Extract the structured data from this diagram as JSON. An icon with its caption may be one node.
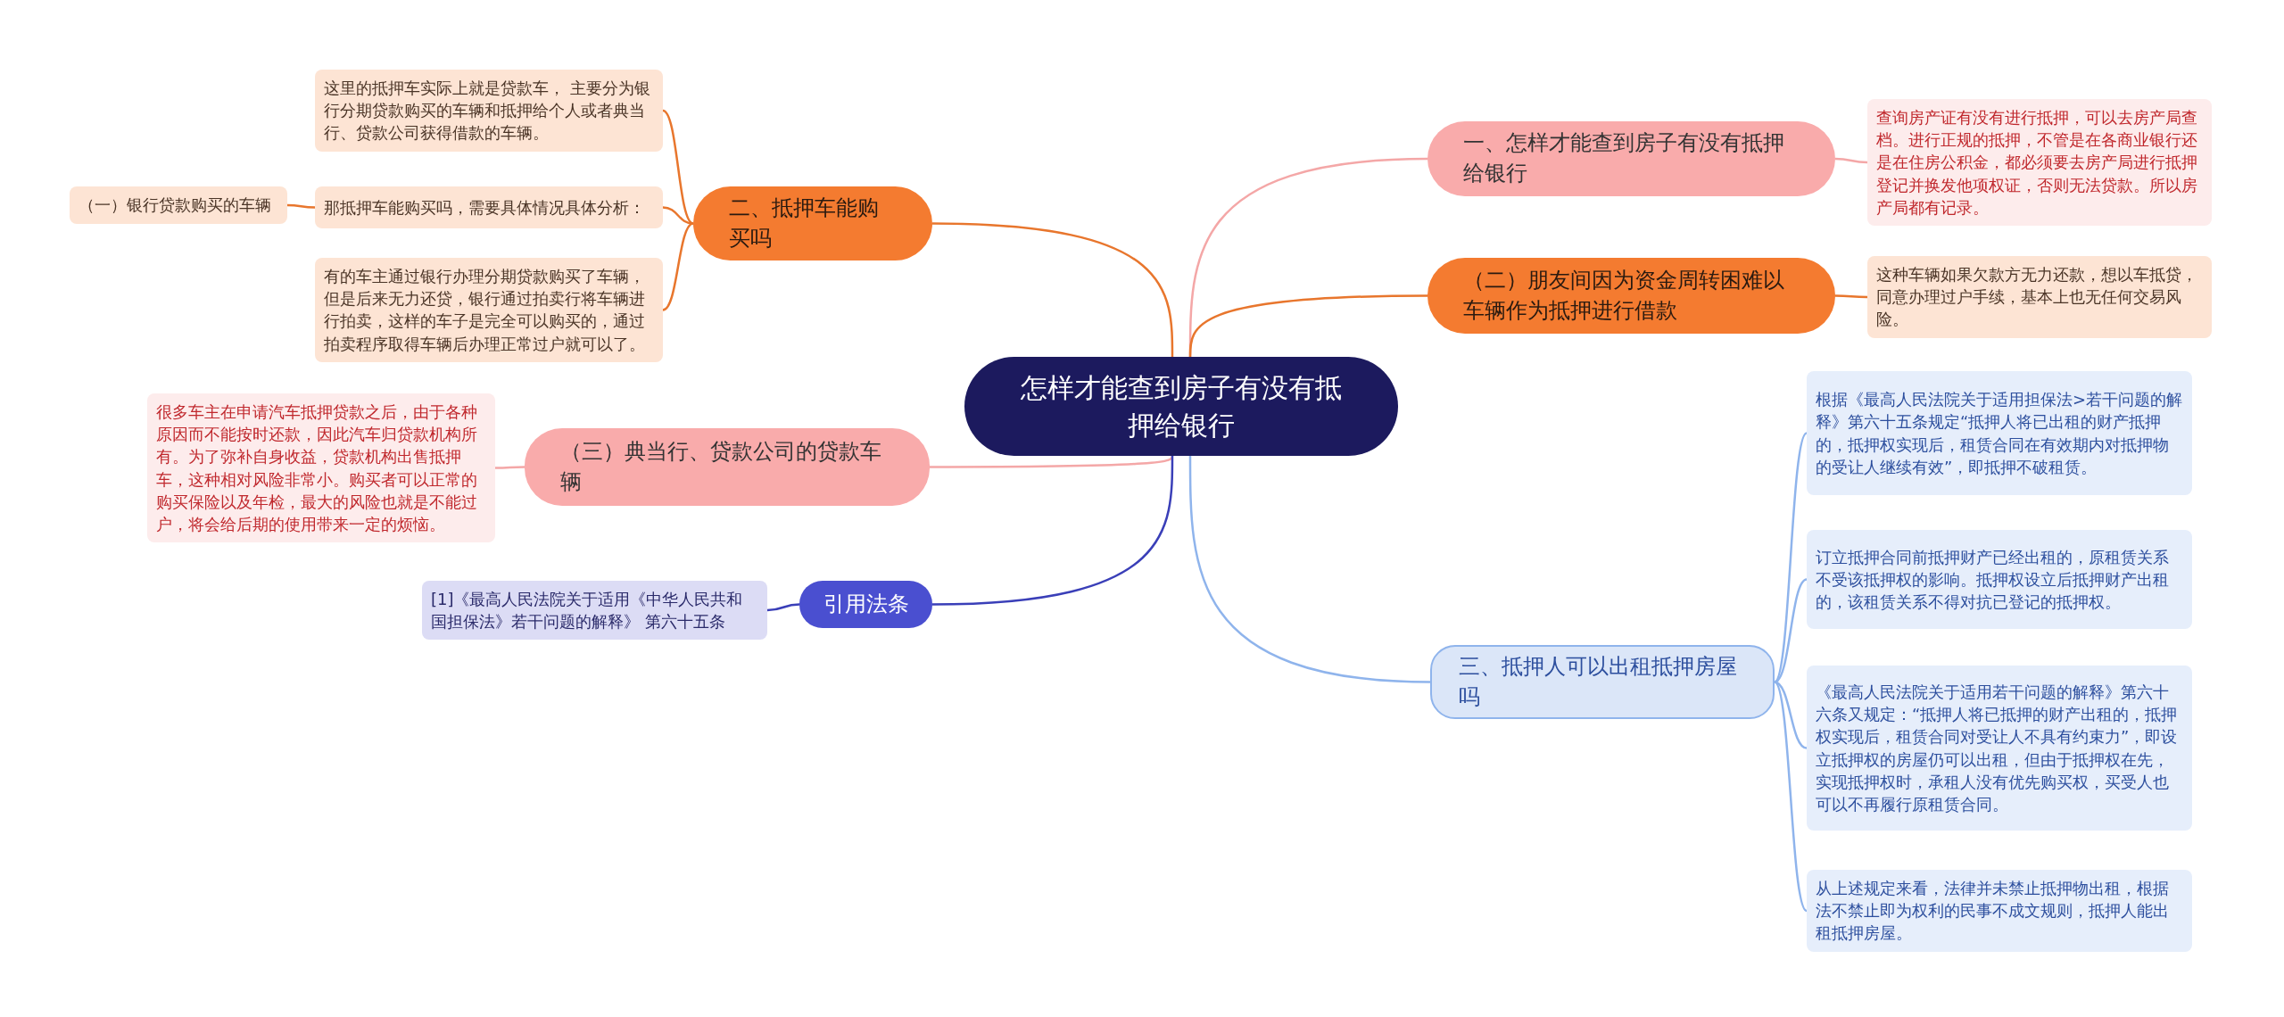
{
  "diagram": {
    "nodes": [
      {
        "text": [
          "怎样才能查到房子有没有抵押给银行"
        ]
      },
      {
        "text": [
          "一、怎样才能查到房子有没有抵押给银行"
        ]
      },
      {
        "text": [
          "查询房产证有没有进行抵押，可以去房产局查档。进行正规的抵押，不管是在各商业银行还是在住房公积金，都必须要去房产局进行抵押登记并换发他项权证，否则无法贷款。所以房产局都有记录。"
        ]
      },
      {
        "text": [
          "（二）朋友间因为资金周转困难以车辆作为抵押进行借款"
        ]
      },
      {
        "text": [
          "这种车辆如果欠款方无力还款，想以车抵贷，同意办理过户手续，基本上也无任何交易风险。"
        ]
      },
      {
        "text": [
          "三、抵押人可以出租抵押房屋吗"
        ]
      },
      {
        "text": [
          "根据《最高人民法院关于适用担保法>若干问题的解释》第六十五条规定“抵押人将已出租的财产抵押的，抵押权实现后，租赁合同在有效期内对抵押物的受让人继续有效”，即抵押不破租赁。"
        ]
      },
      {
        "text": [
          "订立抵押合同前抵押财产已经出租的，原租赁关系不受该抵押权的影响。抵押权设立后抵押财产出租的，该租赁关系不得对抗已登记的抵押权。"
        ]
      },
      {
        "text": [
          "《最高人民法院关于适用若干问题的解释》第六十六条又规定：“抵押人将已抵押的财产出租的，抵押权实现后，租赁合同对受让人不具有约束力”，即设立抵押权的房屋仍可以出租，但由于抵押权在先，实现抵押权时，承租人没有优先购买权，买受人也可以不再履行原租赁合同。"
        ]
      },
      {
        "text": [
          "从上述规定来看，法律并未禁止抵押物出租，根据法不禁止即为权利的民事不成文规则，抵押人能出租抵押房屋。"
        ]
      },
      {
        "text": [
          "二、抵押车能购买吗"
        ]
      },
      {
        "text": [
          "这里的抵押车实际上就是贷款车， 主要分为银行分期贷款购买的车辆和抵押给个人或者典当行、贷款公司获得借款的车辆。"
        ]
      },
      {
        "text": [
          "那抵押车能购买吗，需要具体情况具体分析："
        ]
      },
      {
        "text": [
          "（一）银行贷款购买的车辆"
        ]
      },
      {
        "text": [
          "有的车主通过银行办理分期贷款购买了车辆，但是后来无力还贷，银行通过拍卖行将车辆进行拍卖，这样的车子是完全可以购买的，通过拍卖程序取得车辆后办理正常过户就可以了。"
        ]
      },
      {
        "text": [
          "（三）典当行、贷款公司的贷款车辆"
        ]
      },
      {
        "text": [
          "很多车主在申请汽车抵押贷款之后，由于各种原因而不能按时还款，因此汽车归贷款机构所有。为了弥补自身收益，贷款机构出售抵押车，这种相对风险非常小。购买者可以正常的购买保险以及年检，最大的风险也就是不能过户，将会给后期的使用带来一定的烦恼。"
        ]
      },
      {
        "text": [
          "引用法条"
        ]
      },
      {
        "text": [
          "[1]《最高人民法院关于适用《中华人民共和国担保法》若干问题的解释》 第六十五条"
        ]
      }
    ],
    "edges": [
      {
        "from": 0,
        "to": 1,
        "arrow": "none",
        "color": "#f4a7a7"
      },
      {
        "from": 1,
        "to": 2,
        "arrow": "none",
        "color": "#f4a7a7"
      },
      {
        "from": 0,
        "to": 3,
        "arrow": "none"
      },
      {
        "from": 3,
        "to": 4,
        "arrow": "none"
      },
      {
        "from": 0,
        "to": 5,
        "arrow": "none",
        "color": "#8fb4ec"
      },
      {
        "from": 5,
        "to": 6,
        "arrow": "none",
        "color": "#8fb4ec"
      },
      {
        "from": 5,
        "to": 7,
        "arrow": "none",
        "color": "#8fb4ec"
      },
      {
        "from": 5,
        "to": 8,
        "arrow": "none",
        "color": "#8fb4ec"
      },
      {
        "from": 5,
        "to": 9,
        "arrow": "none",
        "color": "#8fb4ec"
      },
      {
        "from": 0,
        "to": 10,
        "arrow": "none"
      },
      {
        "from": 10,
        "to": 11,
        "arrow": "none"
      },
      {
        "from": 10,
        "to": 12,
        "arrow": "none"
      },
      {
        "from": 10,
        "to": 14,
        "arrow": "none"
      },
      {
        "from": 12,
        "to": 13,
        "arrow": "none"
      },
      {
        "from": 0,
        "to": 15,
        "arrow": "none",
        "color": "#f4a7a7"
      },
      {
        "from": 15,
        "to": 16,
        "arrow": "none",
        "color": "#f4a7a7"
      },
      {
        "from": 0,
        "to": 17,
        "arrow": "none",
        "color": "#3a3fb8"
      },
      {
        "from": 17,
        "to": 18,
        "arrow": "none",
        "color": "#3a3fb8"
      }
    ]
  }
}
